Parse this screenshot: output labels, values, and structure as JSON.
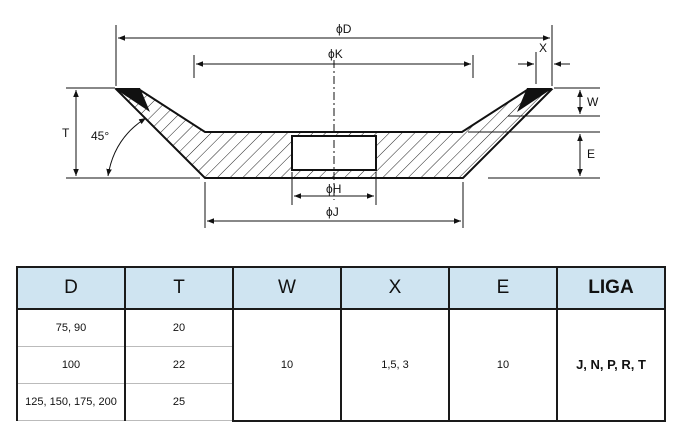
{
  "drawing": {
    "dim_D": "ϕD",
    "dim_K": "ϕK",
    "dim_H": "ϕH",
    "dim_J": "ϕJ",
    "dim_X": "X",
    "dim_W": "W",
    "dim_T": "T",
    "dim_E": "E",
    "angle": "45°"
  },
  "table": {
    "headers": [
      "D",
      "T",
      "W",
      "X",
      "E",
      "LIGA"
    ],
    "rows": [
      {
        "D": "75,  90",
        "T": "20"
      },
      {
        "D": "100",
        "T": "22"
      },
      {
        "D": "125, 150, 175, 200",
        "T": "25"
      }
    ],
    "W": "10",
    "X": "1,5,  3",
    "E": "10",
    "LIGA": "J, N, P, R, T"
  }
}
